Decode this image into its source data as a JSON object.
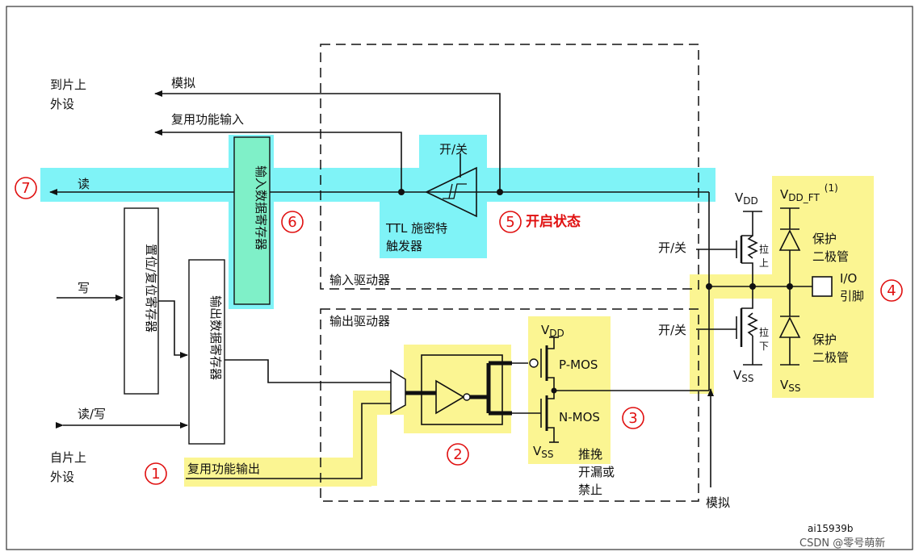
{
  "labels": {
    "peripheral_on_chip_to": "到片上",
    "peripheral_on_chip_to_2": "外设",
    "analog_top": "模拟",
    "alt_input": "复用功能输入",
    "read": "读",
    "on_off_trigger": "开/关",
    "ttl_trigger_1": "TTL 施密特",
    "ttl_trigger_2": "触发器",
    "enable_state": "开启状态",
    "input_data_register": "输入数据寄存器",
    "input_driver": "输入驱动器",
    "output_driver": "输出驱动器",
    "write": "写",
    "set_reset_register": "置位/复位寄存器",
    "output_data_register": "输出数据寄存器",
    "read_write": "读/写",
    "from_chip": "自片上",
    "from_chip_2": "外设",
    "alt_output": "复用功能输出",
    "vdd": "V",
    "vdd_sub": "DD",
    "vss": "V",
    "vss_sub": "SS",
    "vdd_ft": "V",
    "vdd_ft_sub": "DD_FT",
    "vdd_ft_note": "(1)",
    "pmos": "P-MOS",
    "nmos": "N-MOS",
    "push_pull_1": "推挽",
    "push_pull_2": "开漏或",
    "push_pull_3": "禁止",
    "analog_bottom": "模拟",
    "on_off_pullup": "开/关",
    "on_off_pulldown": "开/关",
    "pullup": "拉",
    "pullup_2": "上",
    "pulldown": "拉",
    "pulldown_2": "下",
    "protect_diode_1": "保护",
    "protect_diode_2": "二极管",
    "protect_diode_3": "保护",
    "protect_diode_4": "二极管",
    "io_pin_1": "I/O",
    "io_pin_2": "引脚",
    "figure_id": "ai15939b",
    "watermark": "CSDN @零号萌新"
  },
  "markers": {
    "m1": "1",
    "m2": "2",
    "m3": "3",
    "m4": "4",
    "m5": "5",
    "m6": "6",
    "m7": "7"
  },
  "colors": {
    "cyan": "#7ff3f7",
    "yellow": "#fbf592",
    "register_green": "#7ff0c8",
    "marker_red": "#e01010"
  }
}
